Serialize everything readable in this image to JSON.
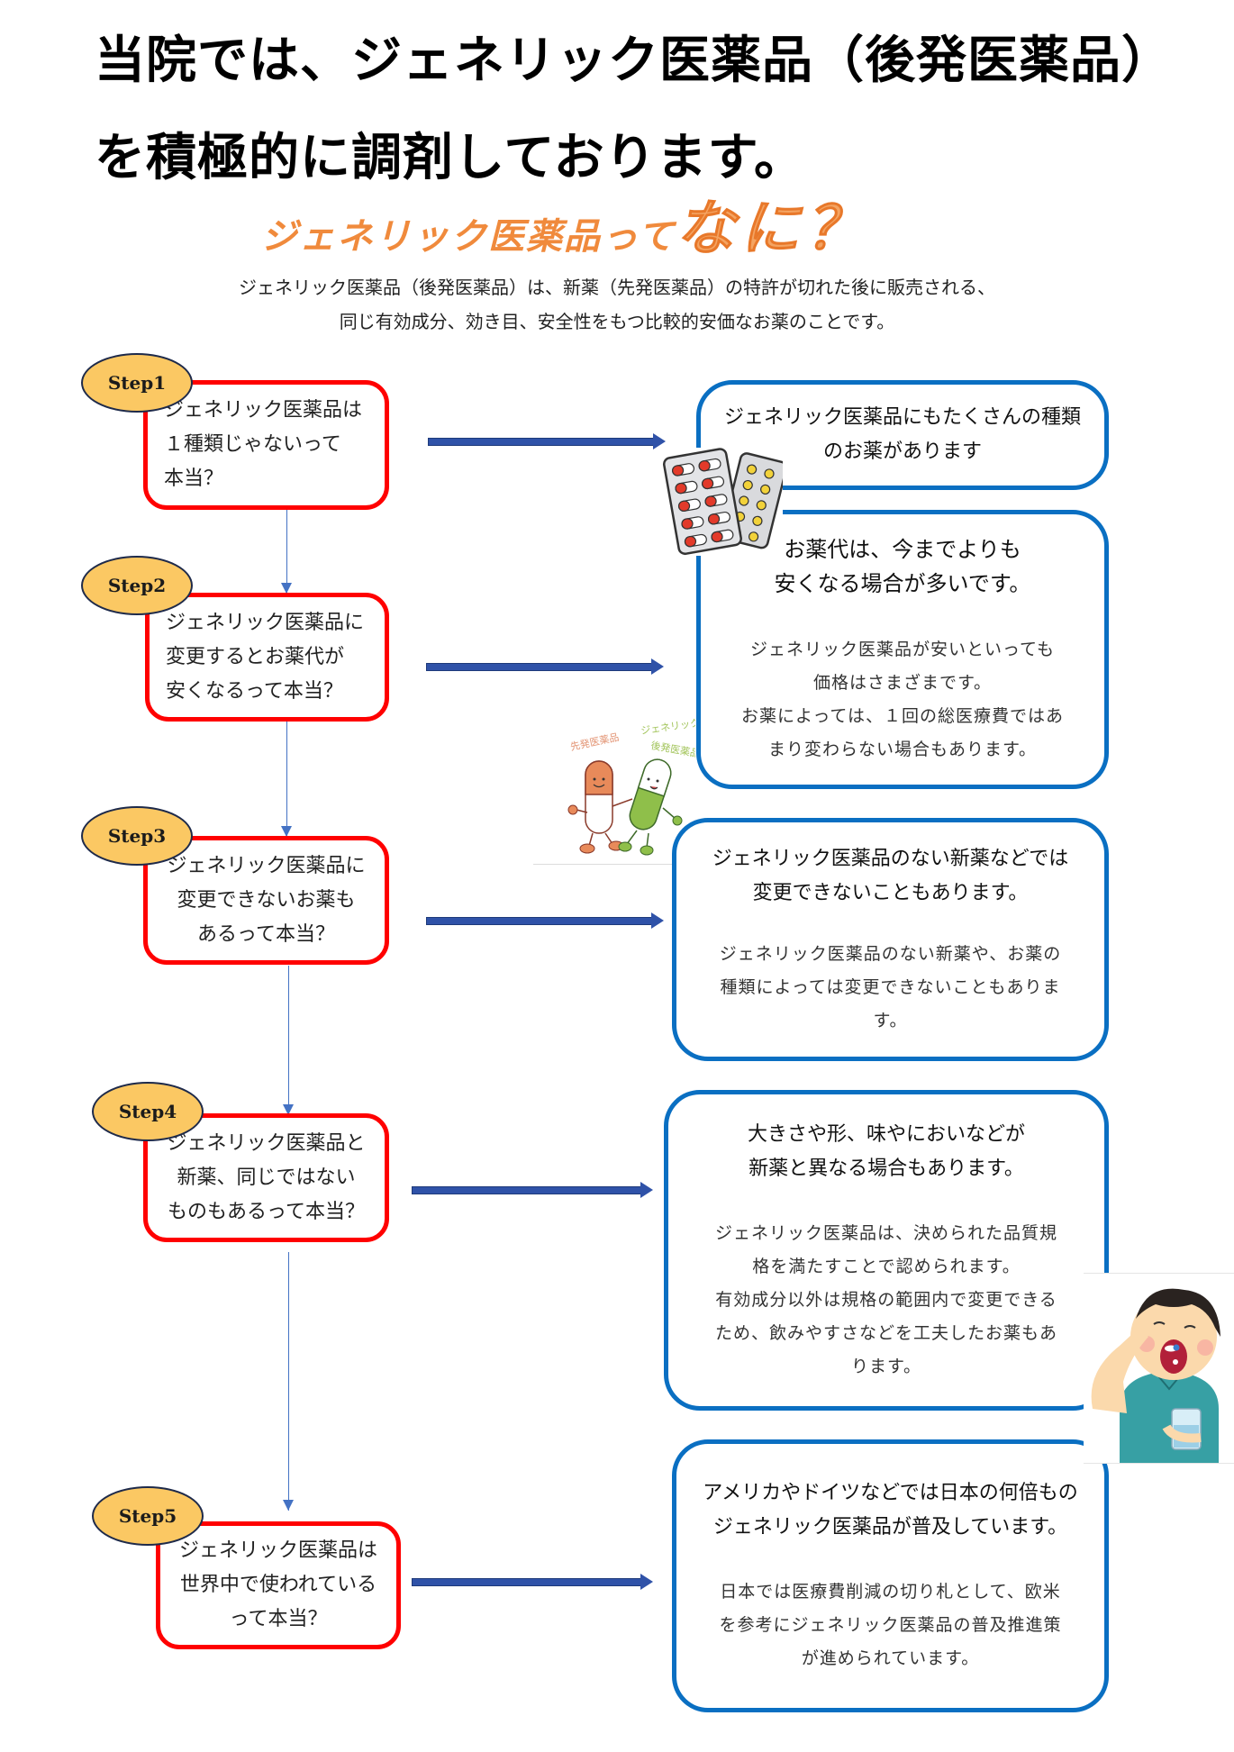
{
  "header": {
    "title_line1": "当院では、ジェネリック医薬品（後発医薬品）",
    "title_line2": "を積極的に調剤しております。",
    "subtitle_small": "ジェネリック医薬品って",
    "subtitle_big": "なに？"
  },
  "intro": {
    "line1": "ジェネリック医薬品（後発医薬品）は、新薬（先発医薬品）の特許が切れた後に販売される、",
    "line2": "同じ有効成分、効き目、安全性をもつ比較的安価なお薬のことです。"
  },
  "steps": [
    {
      "badge": "Step1",
      "question": [
        "ジェネリック医薬品は",
        "１種類じゃないって",
        "本当？"
      ],
      "answer_head": [
        "ジェネリック医薬品にもたくさんの種類",
        "のお薬があります"
      ],
      "answer_body": []
    },
    {
      "badge": "Step2",
      "question": [
        "ジェネリック医薬品に",
        "変更するとお薬代が",
        "安くなるって本当？"
      ],
      "answer_head": [
        "お薬代は、今までよりも",
        "安くなる場合が多いです。"
      ],
      "answer_body": [
        "ジェネリック医薬品が安いといっても",
        "価格はさまざまです。",
        "お薬によっては、１回の総医療費ではあ",
        "まり変わらない場合もあります。"
      ]
    },
    {
      "badge": "Step3",
      "question": [
        "ジェネリック医薬品に",
        "変更できないお薬も",
        "あるって本当？"
      ],
      "answer_head": [
        "ジェネリック医薬品のない新薬などでは",
        "変更できないこともあります。"
      ],
      "answer_body": [
        "ジェネリック医薬品のない新薬や、お薬の",
        "種類によっては変更できないこともありま",
        "す。"
      ]
    },
    {
      "badge": "Step4",
      "question": [
        "ジェネリック医薬品と",
        "新薬、同じではない",
        "ものもあるって本当？"
      ],
      "answer_head": [
        "大きさや形、味やにおいなどが",
        "新薬と異なる場合もあります。"
      ],
      "answer_body": [
        "ジェネリック医薬品は、決められた品質規",
        "格を満たすことで認められます。",
        "有効成分以外は規格の範囲内で変更できる",
        "ため、飲みやすさなどを工夫したお薬もあ",
        "ります。"
      ]
    },
    {
      "badge": "Step5",
      "question": [
        "ジェネリック医薬品は",
        "世界中で使われている",
        "って本当？"
      ],
      "answer_head": [
        "アメリカやドイツなどでは日本の何倍もの",
        "ジェネリック医薬品が普及しています。"
      ],
      "answer_body": [
        "日本では医療費削減の切り札として、欧米",
        "を参考にジェネリック医薬品の普及推進策",
        "が進められています。"
      ]
    }
  ],
  "illustrations": {
    "pills": "blister-pack-pills-icon",
    "capsules": "capsule-characters-icon",
    "capsule_label_left": "先発医薬品",
    "capsule_label_right": "後発医薬品",
    "capsule_label_right_top": "ジェネリック",
    "boy": "boy-taking-medicine-icon"
  },
  "colors": {
    "question_border": "#ff0000",
    "answer_border": "#0a6fc2",
    "badge_fill": "#fbc863",
    "arrow": "#2f52a8",
    "subtitle": "#f08a3c"
  }
}
